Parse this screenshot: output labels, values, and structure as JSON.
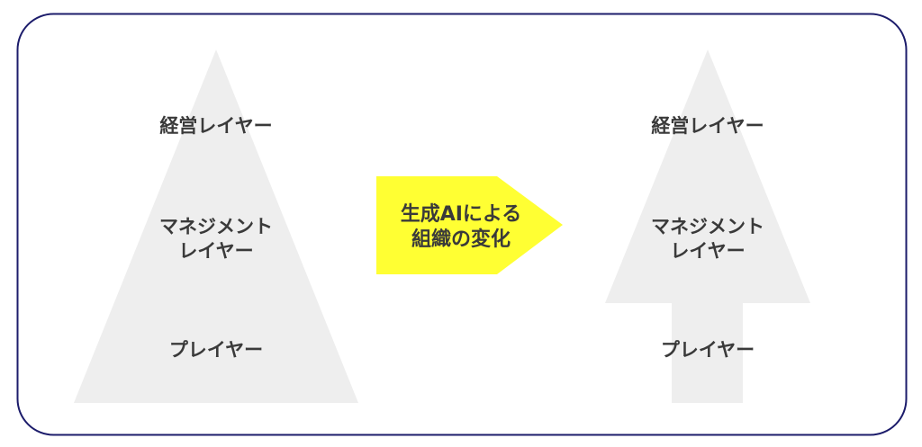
{
  "before": {
    "top": "経営レイヤー",
    "middle_line1": "マネジメント",
    "middle_line2": "レイヤー",
    "bottom": "プレイヤー"
  },
  "transition": {
    "line1": "生成AIによる",
    "line2": "組織の変化"
  },
  "after": {
    "top": "経営レイヤー",
    "middle_line1": "マネジメント",
    "middle_line2": "レイヤー",
    "bottom": "プレイヤー"
  },
  "colors": {
    "frame": "#1c1c6b",
    "shape": "#eeeeee",
    "accent": "#ffff33",
    "text": "#3a3a3a"
  }
}
